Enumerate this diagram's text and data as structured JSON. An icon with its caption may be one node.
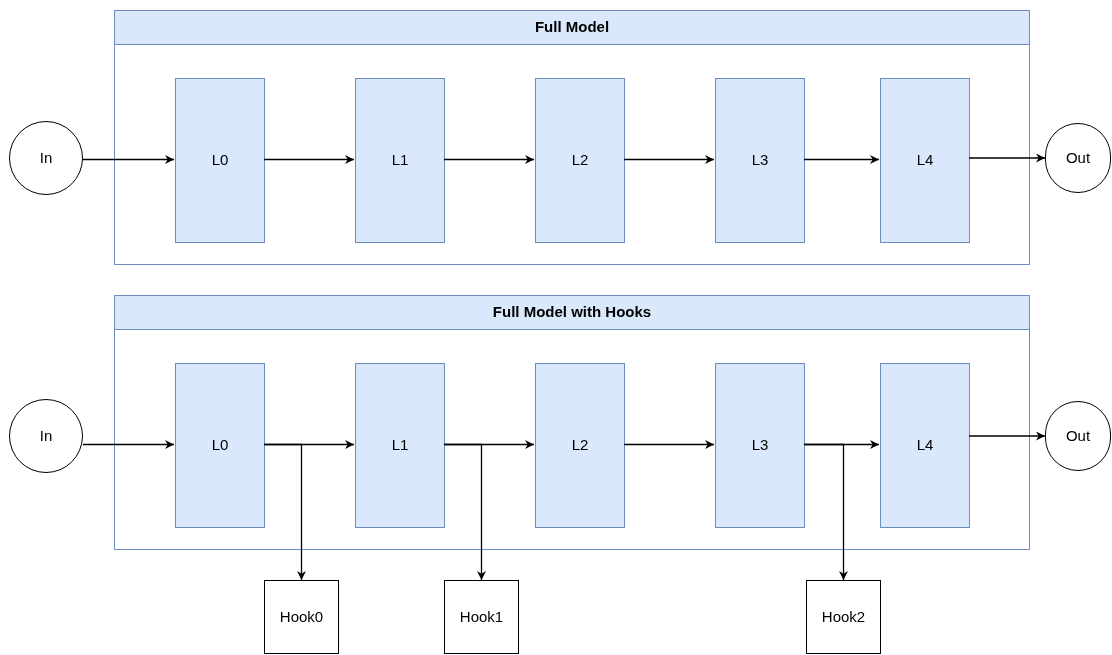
{
  "diagram": {
    "nodes": [
      {
        "text": [
          "In"
        ]
      },
      {
        "text": [
          "Full Model"
        ]
      },
      {
        "text": [
          "L0"
        ],
        "in": 1
      },
      {
        "text": [
          "L1"
        ],
        "in": 1
      },
      {
        "text": [
          "L2"
        ],
        "in": 1
      },
      {
        "text": [
          "L3"
        ],
        "in": 1
      },
      {
        "text": [
          "L4"
        ],
        "in": 1
      },
      {
        "text": [
          "Out"
        ]
      },
      {
        "text": [
          "In"
        ]
      },
      {
        "text": [
          "Full Model with Hooks"
        ]
      },
      {
        "text": [
          "L0"
        ],
        "in": 9
      },
      {
        "text": [
          "L1"
        ],
        "in": 9
      },
      {
        "text": [
          "L2"
        ],
        "in": 9
      },
      {
        "text": [
          "L3"
        ],
        "in": 9
      },
      {
        "text": [
          "L4"
        ],
        "in": 9
      },
      {
        "text": [
          "Out"
        ]
      },
      {
        "text": [
          "Hook0"
        ]
      },
      {
        "text": [
          "Hook1"
        ]
      },
      {
        "text": [
          "Hook2"
        ]
      }
    ],
    "edges": [
      {
        "from": 0,
        "to": 2,
        "arrow": "to"
      },
      {
        "from": 2,
        "to": 3,
        "arrow": "to"
      },
      {
        "from": 3,
        "to": 4,
        "arrow": "to"
      },
      {
        "from": 4,
        "to": 5,
        "arrow": "to"
      },
      {
        "from": 5,
        "to": 6,
        "arrow": "to"
      },
      {
        "from": 6,
        "to": 7,
        "arrow": "to"
      },
      {
        "from": 8,
        "to": 10,
        "arrow": "to"
      },
      {
        "from": 10,
        "to": 11,
        "arrow": "to"
      },
      {
        "from": 11,
        "to": 12,
        "arrow": "to"
      },
      {
        "from": 12,
        "to": 13,
        "arrow": "to"
      },
      {
        "from": 13,
        "to": 14,
        "arrow": "to"
      },
      {
        "from": 14,
        "to": 15,
        "arrow": "to"
      },
      {
        "from": 10,
        "to": 16,
        "arrow": "to"
      },
      {
        "from": 11,
        "to": 17,
        "arrow": "to"
      },
      {
        "from": 13,
        "to": 18,
        "arrow": "to"
      }
    ]
  }
}
